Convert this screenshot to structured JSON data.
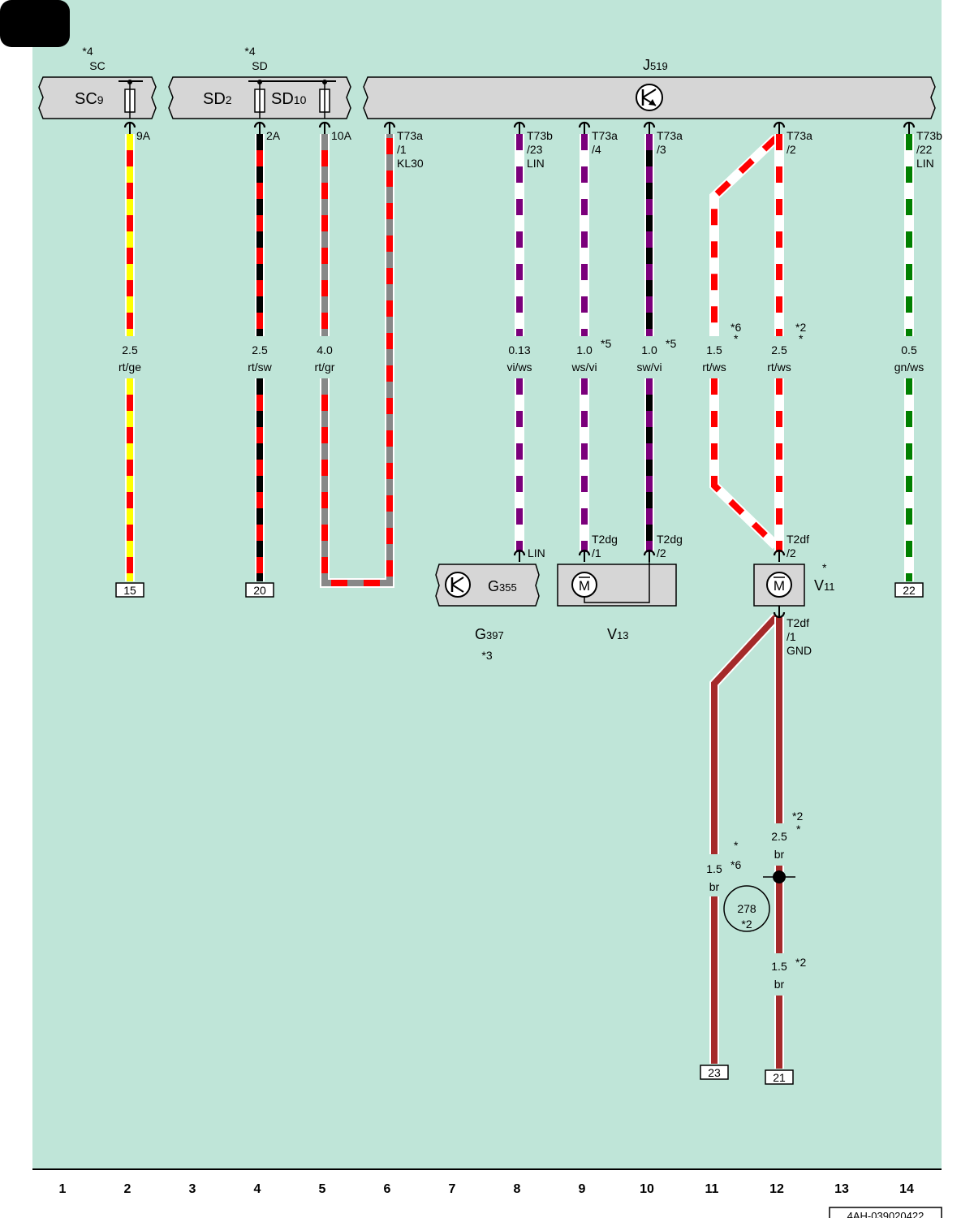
{
  "page_tag": "",
  "doc_id": "4AH-039020422",
  "colors": {
    "background": "#bfe5d8",
    "component_fill": "#d6d6d6",
    "red": "#ff0000",
    "yellow": "#ffff00",
    "black": "#000000",
    "grey": "#888888",
    "violet": "#7b007b",
    "white": "#ffffff",
    "green": "#008000",
    "brown": "#a52a2a"
  },
  "fuse_boxes": {
    "sc": {
      "note": "*4",
      "name": "SC",
      "fuse": "SC9",
      "fuse_main": "SC",
      "fuse_sub": "9"
    },
    "sd": {
      "note": "*4",
      "name": "SD",
      "fuse_a_main": "SD",
      "fuse_a_sub": "2",
      "fuse_b_main": "SD",
      "fuse_b_sub": "10"
    }
  },
  "control_unit": {
    "main": "J",
    "sub": "519"
  },
  "pins": {
    "p2": "9A",
    "p4": "2A",
    "p5": "10A",
    "p6": [
      "T73a",
      "/1",
      "KL30"
    ],
    "p8": [
      "T73b",
      "/23",
      "LIN"
    ],
    "p9": [
      "T73a",
      "/4"
    ],
    "p10": [
      "T73a",
      "/3"
    ],
    "p12": [
      "T73a",
      "/2"
    ],
    "p14": [
      "T73b",
      "/22",
      "LIN"
    ],
    "g355_pin": "LIN",
    "v13_pin1": [
      "T2dg",
      "/1"
    ],
    "v13_pin2": [
      "T2dg",
      "/2"
    ],
    "v11_pin2": [
      "T2df",
      "/2"
    ],
    "v11_pin1": [
      "T2df",
      "/1",
      "GND"
    ]
  },
  "wires": [
    {
      "col": 2,
      "size": "2.5",
      "color_code": "rt/ge"
    },
    {
      "col": 4,
      "size": "2.5",
      "color_code": "rt/sw"
    },
    {
      "col": 5,
      "size": "4.0",
      "color_code": "rt/gr"
    },
    {
      "col": 8,
      "size": "0.13",
      "color_code": "vi/ws"
    },
    {
      "col": 9,
      "size": "1.0",
      "color_code": "ws/vi",
      "note": "*5"
    },
    {
      "col": 10,
      "size": "1.0",
      "color_code": "sw/vi",
      "note": "*5"
    },
    {
      "col": 11,
      "size": "1.5",
      "color_code": "rt/ws",
      "note": "*6"
    },
    {
      "col": 12,
      "size": "2.5",
      "color_code": "rt/ws",
      "note": "*2"
    },
    {
      "col": 14,
      "size": "0.5",
      "color_code": "gn/ws"
    }
  ],
  "ground_wires": [
    {
      "col": 11,
      "size": "1.5",
      "color_code": "br",
      "note": "*6"
    },
    {
      "col": 12,
      "size": "2.5",
      "color_code": "br",
      "note": "*2"
    },
    {
      "col": 12,
      "size": "1.5",
      "color_code": "br",
      "note": "*2"
    }
  ],
  "splice": {
    "id": "278",
    "note": "*2"
  },
  "components": {
    "g355": {
      "main": "G",
      "sub": "355"
    },
    "g397": {
      "main": "G",
      "sub": "397",
      "note": "*3"
    },
    "v13": {
      "main": "V",
      "sub": "13",
      "motor": "M"
    },
    "v11": {
      "main": "V",
      "sub": "11",
      "motor": "M",
      "note": "*"
    }
  },
  "terminals": [
    "15",
    "20",
    "22",
    "23",
    "21"
  ],
  "columns": [
    "1",
    "2",
    "3",
    "4",
    "5",
    "6",
    "7",
    "8",
    "9",
    "10",
    "11",
    "12",
    "13",
    "14"
  ]
}
